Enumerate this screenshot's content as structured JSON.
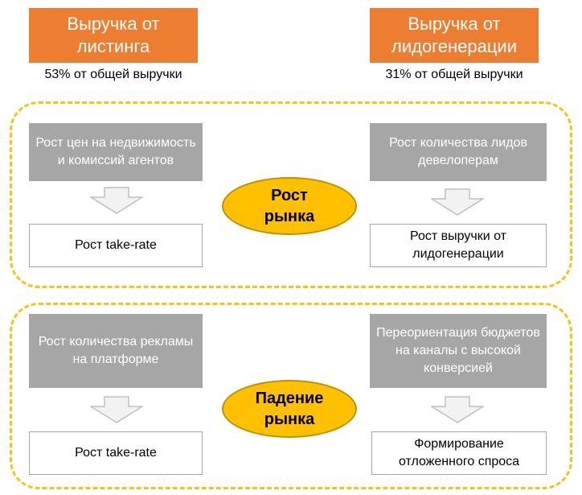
{
  "top": {
    "left_box": "Выручка от листинга",
    "left_caption": "53% от общей выручки",
    "right_box": "Выручка от лидогенерации",
    "right_caption": "31% от общей выручки"
  },
  "growth": {
    "center_label": "Рост рынка",
    "left_gray": "Рост цен на недвижимость и комиссий агентов",
    "left_white": "Рост take-rate",
    "right_gray": "Рост количества лидов девелоперам",
    "right_white": "Рост выручки от лидогенерации"
  },
  "decline": {
    "center_label": "Падение рынка",
    "left_gray": "Рост количества рекламы на платформе",
    "left_white": "Рост take-rate",
    "right_gray": "Переориентация бюджетов на каналы с высокой конверсией",
    "right_white": "Формирование отложенного спроса"
  },
  "colors": {
    "orange": "#ed7d31",
    "gray": "#a6a6a6",
    "yellow": "#ffc000",
    "dashed": "#f5c21b"
  }
}
